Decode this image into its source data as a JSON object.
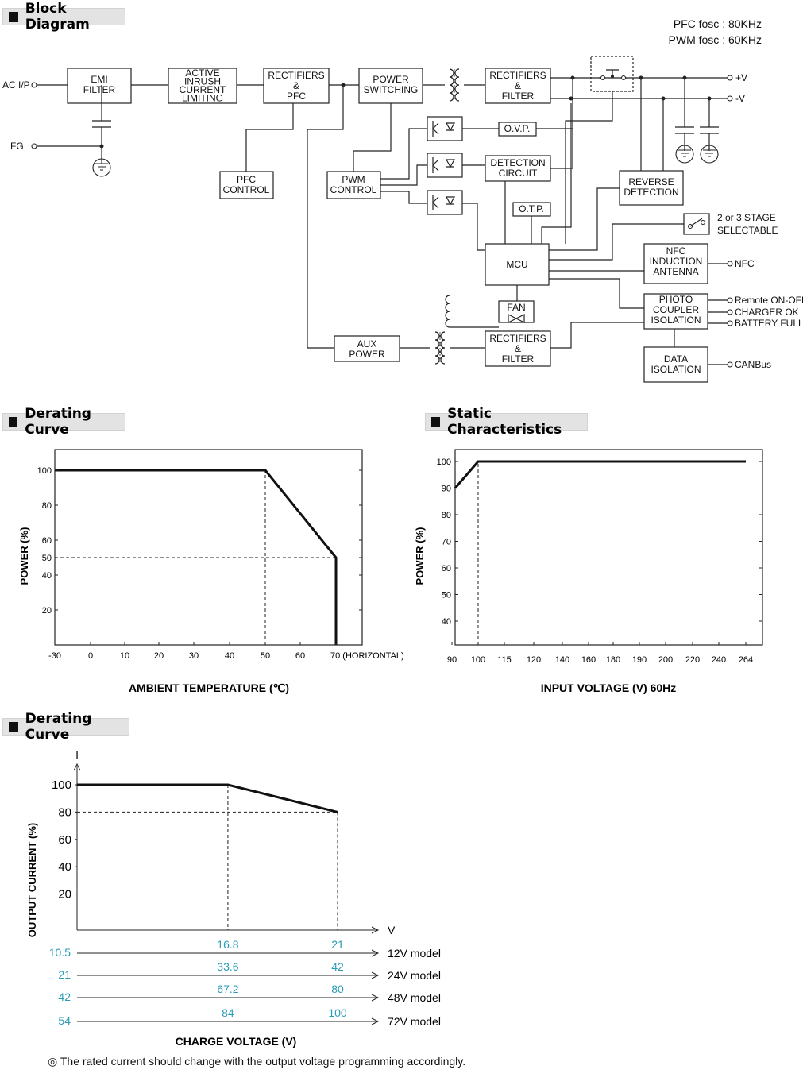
{
  "sections": {
    "block_diagram": "Block Diagram",
    "derating_curve_1": "Derating Curve",
    "static_characteristics": "Static Characteristics",
    "derating_curve_2": "Derating Curve"
  },
  "block_diagram": {
    "freq_note": [
      "PFC fosc : 80KHz",
      "PWM fosc : 60KHz"
    ],
    "terminals": {
      "ac_ip": "AC I/P",
      "fg": "FG",
      "pos_v": "+V",
      "neg_v": "-V",
      "nfc": "NFC",
      "remote": "Remote ON-OFF",
      "charger_ok": "CHARGER OK",
      "battery_full": "BATTERY FULL",
      "canbus": "CANBus"
    },
    "blocks": {
      "emi": [
        "EMI",
        "FILTER"
      ],
      "inrush": [
        "ACTIVE",
        "INRUSH",
        "CURRENT",
        "LIMITING"
      ],
      "rect_pfc": [
        "RECTIFIERS",
        "&",
        "PFC"
      ],
      "power_sw": [
        "POWER",
        "SWITCHING"
      ],
      "rect_filter": [
        "RECTIFIERS",
        "&",
        "FILTER"
      ],
      "pfc_ctrl": [
        "PFC",
        "CONTROL"
      ],
      "pwm_ctrl": [
        "PWM",
        "CONTROL"
      ],
      "ovp": [
        "O.V.P."
      ],
      "detect": [
        "DETECTION",
        "CIRCUIT"
      ],
      "otp": [
        "O.T.P."
      ],
      "reverse": [
        "REVERSE",
        "DETECTION"
      ],
      "stage": [
        "2 or 3 STAGE",
        "SELECTABLE"
      ],
      "mcu": [
        "MCU"
      ],
      "nfc": [
        "NFC",
        "INDUCTION",
        "ANTENNA"
      ],
      "fan": [
        "FAN"
      ],
      "photo": [
        "PHOTO",
        "COUPLER",
        "ISOLATION"
      ],
      "aux": [
        "AUX",
        "POWER"
      ],
      "rect_filter2": [
        "RECTIFIERS",
        "&",
        "FILTER"
      ],
      "data_iso": [
        "DATA",
        "ISOLATION"
      ]
    }
  },
  "chart_data": [
    {
      "type": "line",
      "title": "Derating Curve",
      "xlabel": "AMBIENT TEMPERATURE (℃)",
      "ylabel": "POWER (%)",
      "x_ticks": [
        "-30",
        "0",
        "10",
        "20",
        "30",
        "40",
        "50",
        "60",
        "70 (HORIZONTAL)"
      ],
      "x_tick_values": [
        -30,
        0,
        10,
        20,
        30,
        40,
        50,
        60,
        70
      ],
      "y_ticks": [
        "100",
        "80",
        "60",
        "50",
        "40",
        "20"
      ],
      "y_tick_values": [
        100,
        80,
        60,
        50,
        40,
        20
      ],
      "xlim": [
        -30,
        80
      ],
      "ylim": [
        0,
        105
      ],
      "series": [
        {
          "x": [
            -30,
            50,
            70,
            70
          ],
          "y": [
            100,
            100,
            50,
            0
          ]
        }
      ],
      "reference_lines": [
        {
          "x": [
            -30,
            70
          ],
          "y": [
            50,
            50
          ]
        },
        {
          "x": [
            50,
            50
          ],
          "y": [
            0,
            100
          ]
        }
      ]
    },
    {
      "type": "line",
      "title": "Static Characteristics",
      "xlabel": "INPUT VOLTAGE (V) 60Hz",
      "ylabel": "POWER (%)",
      "x_ticks": [
        "90",
        "100",
        "115",
        "120",
        "140",
        "160",
        "180",
        "190",
        "200",
        "220",
        "240",
        "264"
      ],
      "y_ticks": [
        "100",
        "90",
        "80",
        "70",
        "60",
        "50",
        "40"
      ],
      "y_tick_values": [
        100,
        90,
        80,
        70,
        60,
        50,
        40
      ],
      "ylim": [
        30,
        104
      ],
      "series": [
        {
          "x": [
            "90",
            "100",
            "264"
          ],
          "y": [
            90,
            100,
            100
          ]
        }
      ],
      "reference_lines": [
        {
          "x": [
            "100",
            "100"
          ],
          "y": [
            30,
            100
          ]
        }
      ]
    },
    {
      "type": "line",
      "title": "Derating Curve",
      "xlabel": "CHARGE VOLTAGE (V)",
      "ylabel": "OUTPUT CURRENT (%)",
      "y_axis_symbol": "I",
      "x_axis_symbol": "V",
      "y_ticks": [
        "100",
        "80",
        "60",
        "40",
        "20"
      ],
      "y_tick_values": [
        100,
        80,
        60,
        40,
        20
      ],
      "ylim": [
        0,
        105
      ],
      "x_fraction": [
        0,
        0.579,
        1.0
      ],
      "series": [
        {
          "x_fraction": [
            0,
            0.579,
            1.0
          ],
          "y": [
            100,
            100,
            80
          ]
        }
      ],
      "reference_lines": [
        {
          "x_fraction": [
            0,
            1.0
          ],
          "y": [
            80,
            80
          ]
        }
      ],
      "model_scales": [
        {
          "model": "12V model",
          "values": [
            "10.5",
            "16.8",
            "21"
          ]
        },
        {
          "model": "24V model",
          "values": [
            "21",
            "33.6",
            "42"
          ]
        },
        {
          "model": "48V model",
          "values": [
            "42",
            "67.2",
            "80"
          ]
        },
        {
          "model": "72V model",
          "values": [
            "54",
            "84",
            "100"
          ]
        }
      ],
      "model_value_color": "#2a9bb8"
    }
  ],
  "note": "◎ The rated current should change with the output voltage programming accordingly."
}
